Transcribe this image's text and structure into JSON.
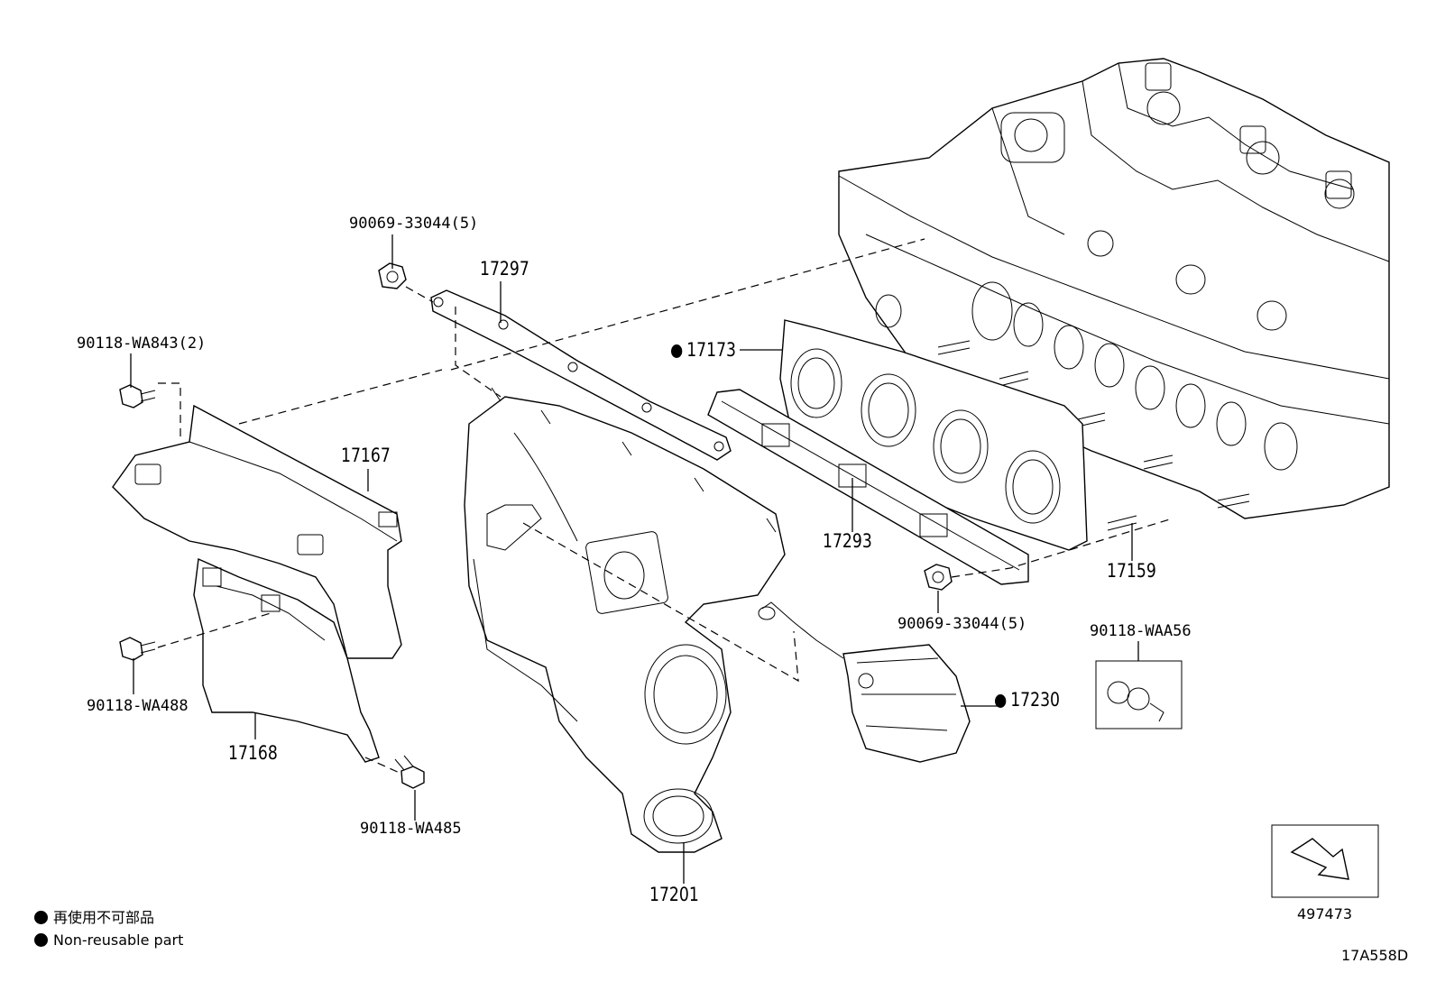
{
  "labels": {
    "bolt_top": "90069-33044(5)",
    "p17297": "17297",
    "bolt_wa843": "90118-WA843(2)",
    "p17173": "17173",
    "p17167": "17167",
    "p17293": "17293",
    "p17159": "17159",
    "bolt_nut": "90069-33044(5)",
    "bolt_waa56": "90118-WAA56",
    "bolt_wa488": "90118-WA488",
    "p17230": "17230",
    "p17168": "17168",
    "bolt_wa485": "90118-WA485",
    "p17201": "17201",
    "ref_num": "497473",
    "diagram_code": "17A558D"
  },
  "legend": {
    "jp": "再使用不可部品",
    "en": "Non-reusable part"
  },
  "icons": {
    "non_reusable_marker": "filled-circle",
    "front_direction": "arrow-icon"
  }
}
